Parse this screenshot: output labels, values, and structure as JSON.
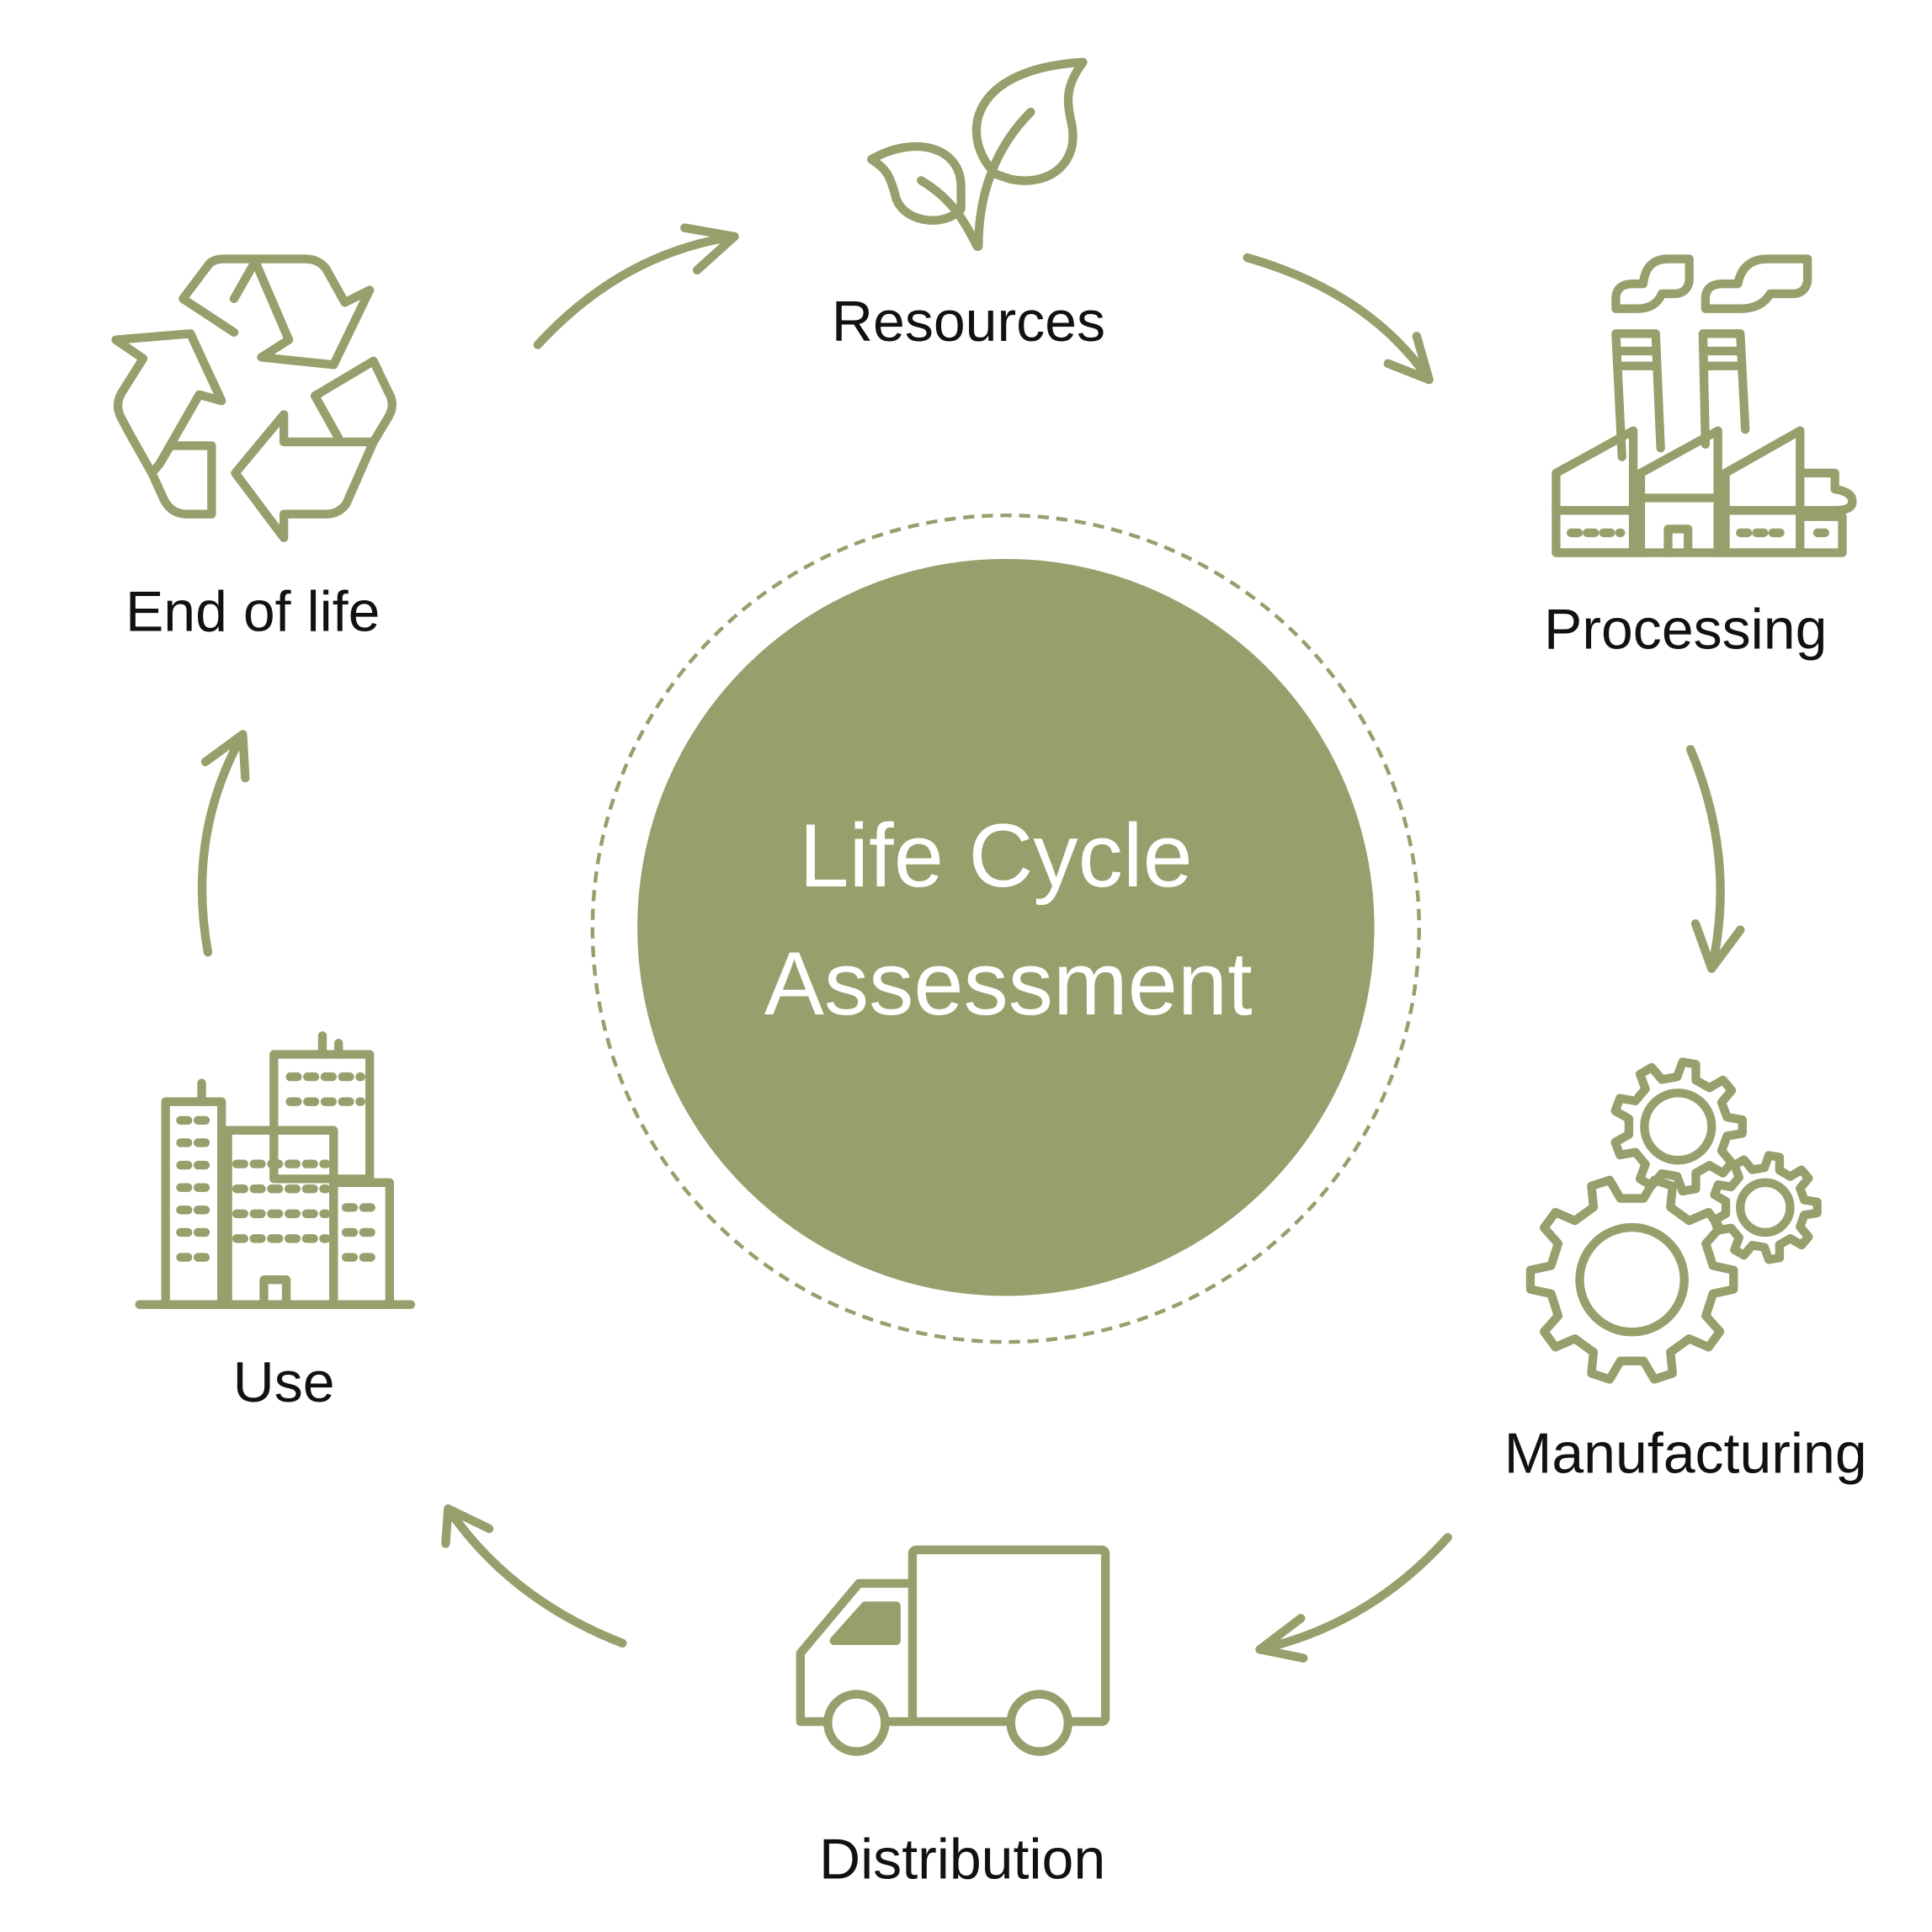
{
  "colors": {
    "accent": "#96a06c",
    "text": "#111111",
    "center_text": "#ffffff"
  },
  "center": {
    "line1": "Life Cycle",
    "line2": "Assessment"
  },
  "stages": [
    {
      "label": "Resources",
      "icon": "leaf-icon"
    },
    {
      "label": "Processing",
      "icon": "factory-icon"
    },
    {
      "label": "Manufacturing",
      "icon": "gears-icon"
    },
    {
      "label": "Distribution",
      "icon": "truck-icon"
    },
    {
      "label": "Use",
      "icon": "buildings-icon"
    },
    {
      "label": "End of life",
      "icon": "recycle-icon"
    }
  ]
}
